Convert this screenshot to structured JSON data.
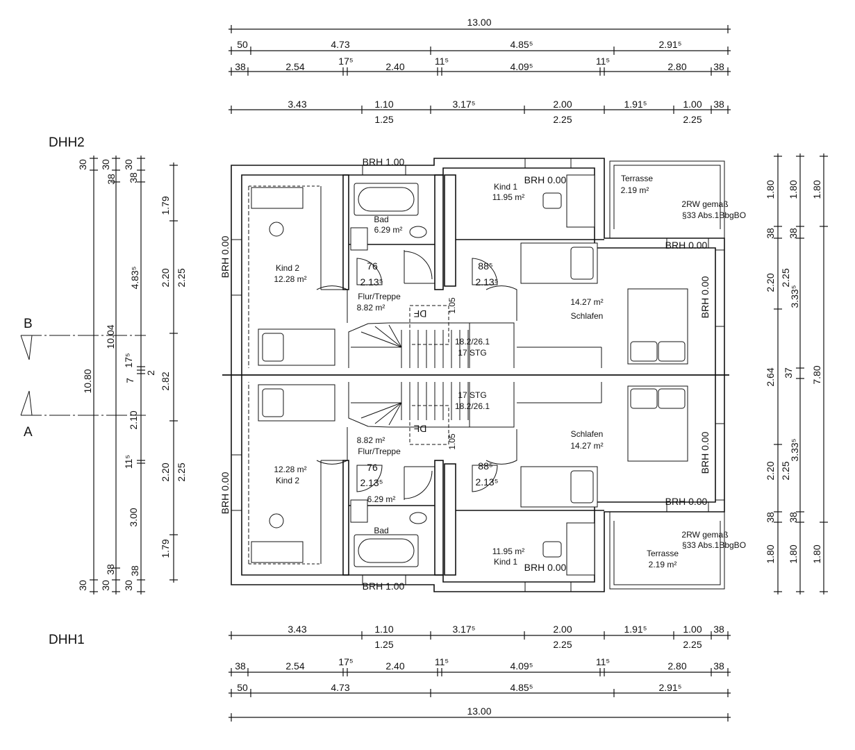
{
  "houses": {
    "upper": "DHH2",
    "lower": "DHH1"
  },
  "section_markers": {
    "b": "B",
    "a": "A"
  },
  "top_dims": {
    "overall": "13.00",
    "row2": [
      "50",
      "4.73",
      "4.85⁵",
      "2.91⁵"
    ],
    "row3": [
      "38",
      "2.54",
      "17⁵",
      "2.40",
      "11⁵",
      "4.09⁵",
      "11⁵",
      "2.80",
      "38"
    ],
    "row4_upper": [
      "3.43",
      "1.10",
      "3.17⁵",
      "2.00",
      "1.91⁵",
      "1.00",
      "38"
    ],
    "row4_lower": [
      "1.25",
      "2.25",
      "2.25"
    ]
  },
  "bottom_dims": {
    "row4_upper": [
      "3.43",
      "1.10",
      "3.17⁵",
      "2.00",
      "1.91⁵",
      "1.00",
      "38"
    ],
    "row4_lower": [
      "1.25",
      "2.25",
      "2.25"
    ],
    "row3": [
      "38",
      "2.54",
      "17⁵",
      "2.40",
      "11⁵",
      "4.09⁵",
      "11⁵",
      "2.80",
      "38"
    ],
    "row2": [
      "50",
      "4.73",
      "4.85⁵",
      "2.91⁵"
    ],
    "overall": "13.00"
  },
  "left_dims": {
    "col1": [
      "30",
      "10.80",
      "30"
    ],
    "col2": [
      "30",
      "38",
      "10.04",
      "30",
      "38"
    ],
    "col3": [
      "30",
      "38",
      "4.83⁵",
      "17⁵",
      "7",
      "2",
      "2.10",
      "11⁵",
      "3.00",
      "38",
      "30"
    ],
    "col4a": [
      "1.79",
      "2.20",
      "2.82",
      "2.20",
      "1.79"
    ],
    "col4b": [
      "2.25",
      "2.25"
    ]
  },
  "right_dims": {
    "col1": [
      "1.80",
      "38",
      "2.20",
      "2.64",
      "2.20",
      "38",
      "1.80"
    ],
    "col2": [
      "1.80",
      "38",
      "2.25",
      "3.33⁵",
      "37",
      "3.33⁵",
      "2.25",
      "38",
      "1.80"
    ],
    "col3": [
      "1.80",
      "7.80",
      "1.80"
    ]
  },
  "dhh2": {
    "brh_top": "BRH 1.00",
    "bad": "Bad",
    "bad_area": "6.29 m²",
    "kind2": "Kind 2",
    "kind2_area": "12.28 m²",
    "door_76": "76",
    "door_76_h": "2.13⁵",
    "flur": "Flur/Treppe",
    "flur_area": "8.82 m²",
    "stair_width": "1.05",
    "df": "DF",
    "stair_ratio": "18.2/26.1",
    "stair_count": "17 STG",
    "kind1": "Kind 1",
    "kind1_area": "11.95 m²",
    "brh_kind1": "BRH 0.00",
    "door_88": "88⁵",
    "door_88_h": "2.13⁵",
    "schlafen_area": "14.27 m²",
    "schlafen": "Schlafen",
    "terrasse": "Terrasse",
    "terrasse_area": "2.19 m²",
    "rw1": "2RW gemaß",
    "rw2": "§33 Abs.1BbgBO",
    "brh_right_h": "BRH 0.00",
    "brh_right_v": "BRH 0.00",
    "brh_left_v": "BRH 0.00"
  },
  "dhh1": {
    "stair_count": "17 STG",
    "stair_ratio": "18.2/26.1",
    "df": "DF",
    "flur_area": "8.82 m²",
    "flur": "Flur/Treppe",
    "stair_width": "1.05",
    "schlafen": "Schlafen",
    "schlafen_area": "14.27 m²",
    "door_76": "76",
    "door_76_h": "2.13⁵",
    "door_88": "88⁵",
    "door_88_h": "2.13⁵",
    "kind2_area": "12.28 m²",
    "kind2": "Kind 2",
    "brh_left_v": "BRH 0.00",
    "brh_right_v": "BRH 0.00",
    "brh_right_h": "BRH 0.00",
    "bad_area": "6.29 m²",
    "bad": "Bad",
    "rw1": "2RW gemaß",
    "rw2": "§33 Abs.1BbgBO",
    "terrasse": "Terrasse",
    "terrasse_area": "2.19 m²",
    "kind1_area": "11.95 m²",
    "kind1": "Kind 1",
    "brh_kind1": "BRH 0.00",
    "brh_bottom": "BRH 1.00"
  }
}
